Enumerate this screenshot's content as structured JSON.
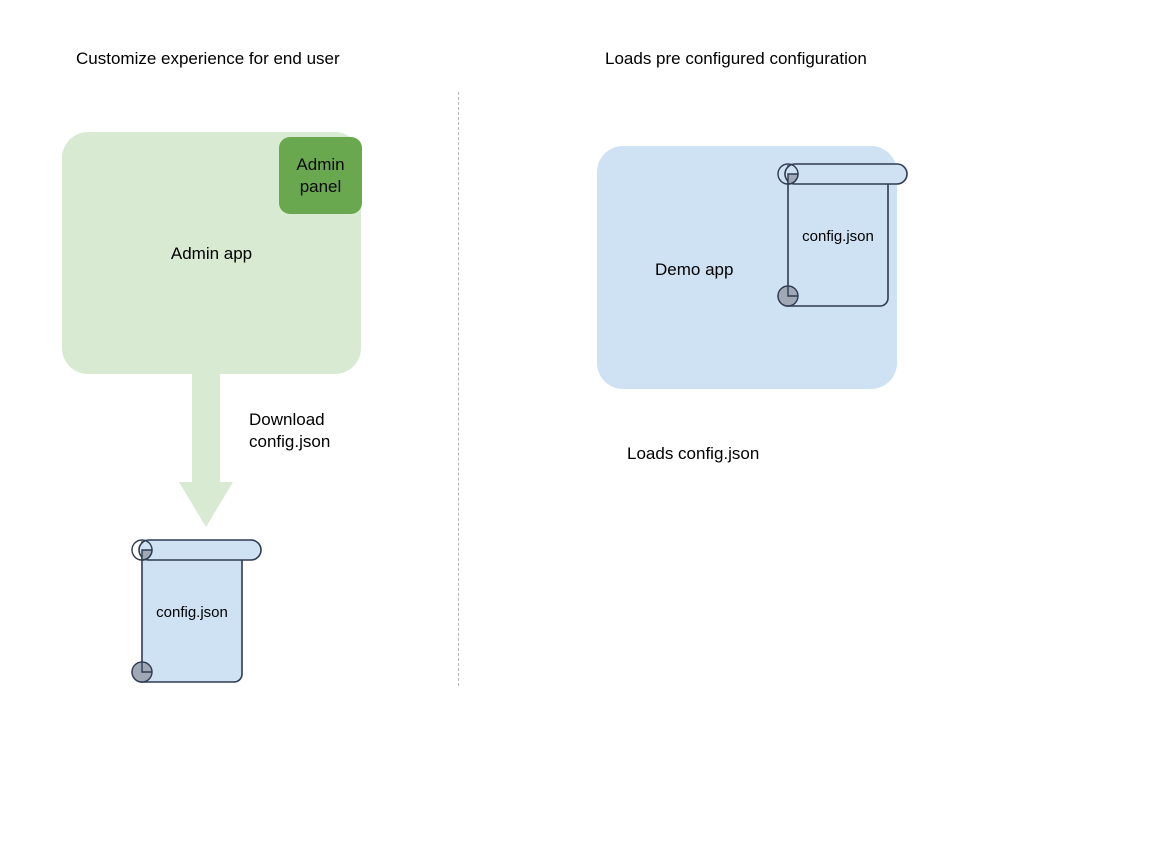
{
  "diagram": {
    "panels": [
      {
        "id": "left",
        "title": "Customize experience for end user",
        "app": {
          "label": "Admin app",
          "fill": "#d9ead3",
          "badge": {
            "line1": "Admin",
            "line2": "panel",
            "fill": "#6aa84f"
          }
        },
        "arrow": {
          "label_line1": "Download",
          "label_line2": "config.json",
          "fill": "#d9ead3"
        },
        "document": {
          "label": "config.json",
          "fill": "#cfe2f3",
          "stroke": "#2f3b52",
          "curl_fill": "#9fa8b4"
        }
      },
      {
        "id": "right",
        "title": "Loads pre configured configuration",
        "app": {
          "label": "Demo app",
          "fill": "#cfe2f3"
        },
        "document": {
          "label": "config.json",
          "fill": "#cfe2f3",
          "stroke": "#2f3b52",
          "curl_fill": "#9fa8b4"
        },
        "caption": "Loads config.json"
      }
    ],
    "divider": {
      "style": "dotted",
      "color": "#b7b7b7"
    }
  }
}
